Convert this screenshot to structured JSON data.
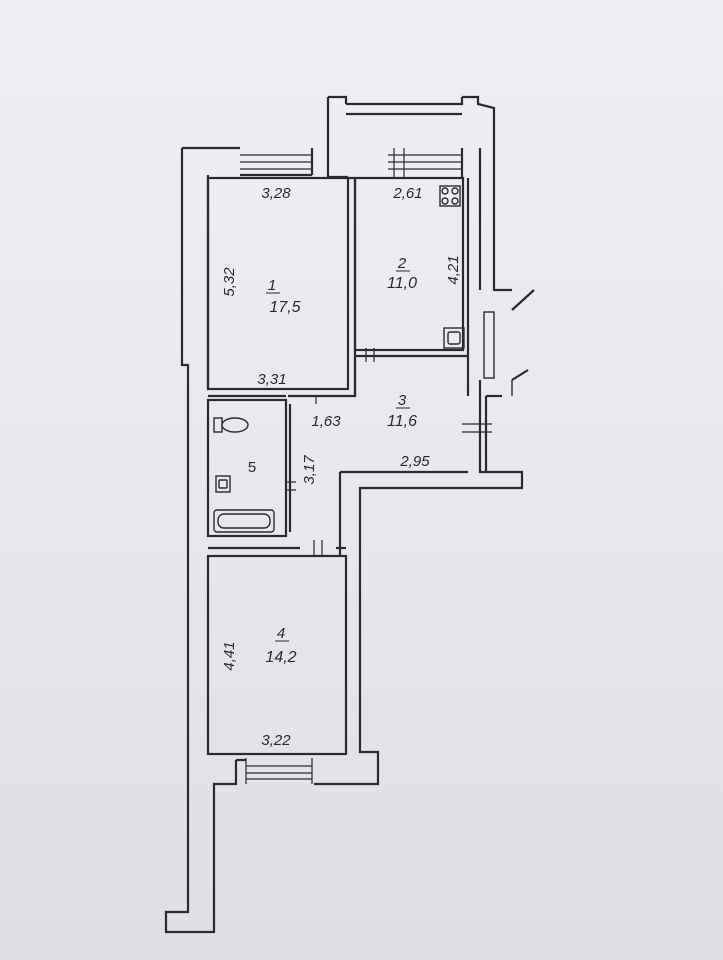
{
  "plan": {
    "rooms": [
      {
        "number": "1",
        "area": "17,5"
      },
      {
        "number": "2",
        "area": "11,0"
      },
      {
        "number": "3",
        "area": "11,6"
      },
      {
        "number": "4",
        "area": "14,2"
      },
      {
        "number": "5",
        "area": ""
      }
    ],
    "dimensions": {
      "room1_top": "3,28",
      "room1_side": "5,32",
      "room1_bottom": "3,31",
      "room2_top": "2,61",
      "room2_side": "4,21",
      "room3_left": "1,63",
      "room3_bottom": "2,95",
      "room5_side": "3,17",
      "room4_side": "4,41",
      "room4_bottom": "3,22"
    }
  },
  "colors": {
    "paper": "#ecebef",
    "ink": "#2b2b2f"
  }
}
